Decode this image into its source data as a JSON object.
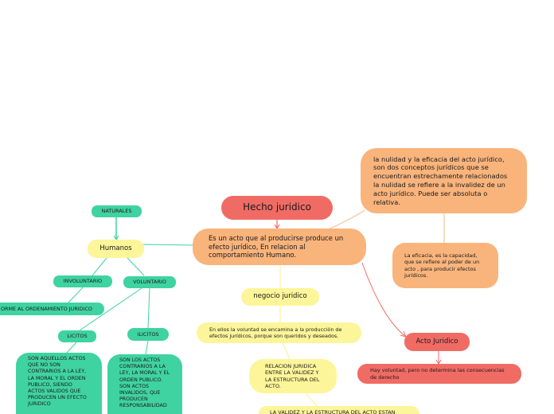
{
  "nodes": {
    "title": "Hecho juridico",
    "definition": "Es un acto  que al producirse produce un efecto jurídico, En relacion al comportamiento Humano.",
    "nulidad": "la nulidad y la eficacia del acto jurídico, son dos conceptos jurídicos que se encuentran estrechamente relacionados la nulidad se refiere a la invalidez de un acto jurídico. Puede ser absoluta o relativa.",
    "eficacia": "La eficacia, es la capacidad, que se  refiere al poder de un acto , para producir efectos jurídicos.",
    "acto_juridico": "Acto Juridico",
    "voluntad": "Hay voluntad, pero no determina las consecuencias de derecho",
    "negocio": "negocio juridico",
    "negocio_desc": "En ellos la voluntad se encamina a la producción de efectos jurídicos, porque son queridos y deseados.",
    "relacion": "RELACION JURIDICA ENTRE LA VALIDEZ Y LA ESTRUCTURA DEL ACTO.",
    "validez": "LA VALIDEZ Y LA ESTRUCTURA DEL ACTO ESTAN",
    "humanos": "Humanos",
    "naturales": "NATURALES",
    "involuntario": "INVOLUNTARIO",
    "voluntario": "VOLUNTARIO",
    "conforme": "ORME AL ORDENAMIENTO JURIDICO",
    "licitos": "LICITOS",
    "ilicitos": "ILICITOS",
    "licitos_desc": "SON AQUELLOS ACTOS QUE NO SON CONTRARIOS A LA LEY, LA MORAL Y EL ORDEN PUBLICO, SIENDO ACTOS VALIDOS QUE PRODUCEN  UN EFECTO JURIDICO",
    "ilicitos_desc": "SON LOS ACTOS CONTRARIOS A LA LEY, LA MORAL Y EL ORDEN PUBLICO. SON ACTOS INVALIDOS, QUE PRODUCEN RESPONSABILIDAD"
  },
  "colors": {
    "red": "#f16b65",
    "orange": "#f9b47c",
    "yellow": "#fdf59a",
    "green": "#3fd3a1"
  }
}
